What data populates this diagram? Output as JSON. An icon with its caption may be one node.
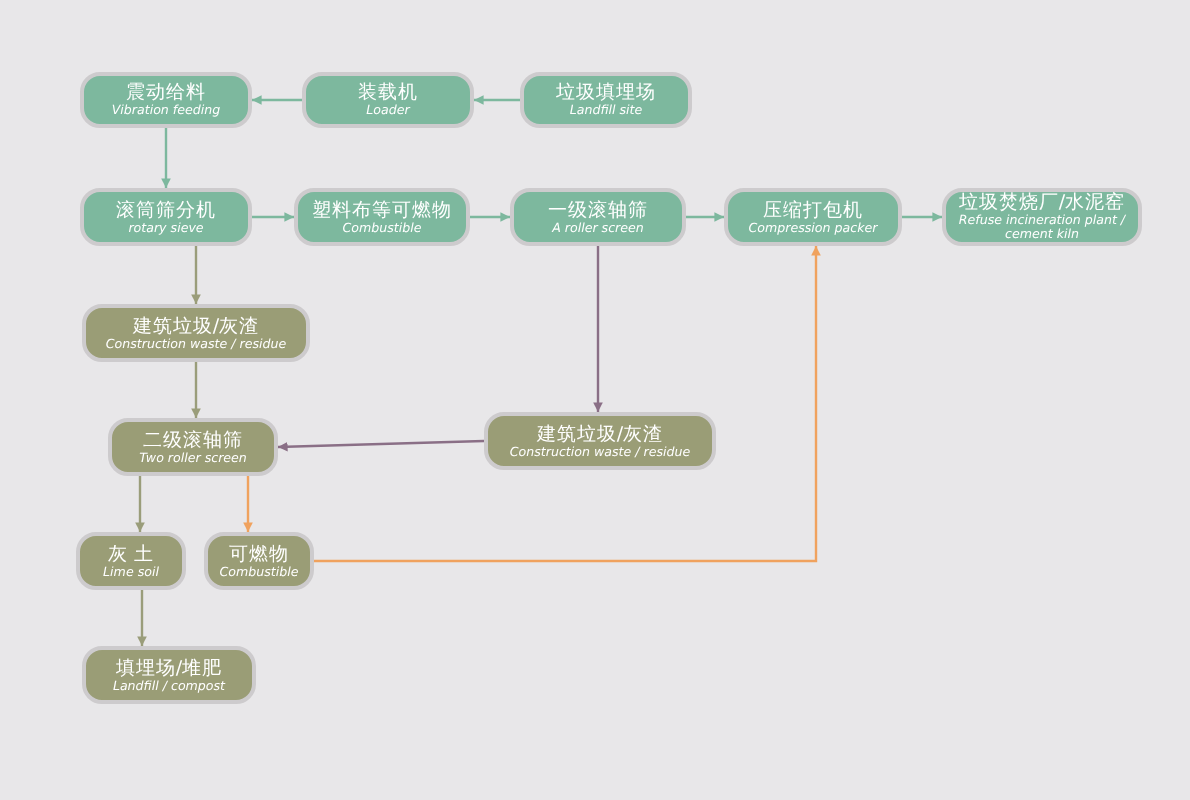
{
  "diagram": {
    "nodes": [
      {
        "text": [
          "垃圾填埋场",
          "Landfill site"
        ]
      },
      {
        "text": [
          "装载机",
          "Loader"
        ]
      },
      {
        "text": [
          "震动给料",
          "Vibration feeding"
        ]
      },
      {
        "text": [
          "滚筒筛分机",
          "rotary sieve"
        ]
      },
      {
        "text": [
          "塑料布等可燃物",
          "Combustible"
        ]
      },
      {
        "text": [
          "一级滚轴筛",
          "A roller screen"
        ]
      },
      {
        "text": [
          "压缩打包机",
          "Compression packer"
        ]
      },
      {
        "text": [
          "垃圾焚烧厂/水泥窑",
          "Refuse incineration plant / cement kiln"
        ]
      },
      {
        "text": [
          "建筑垃圾/灰渣",
          "Construction waste / residue"
        ]
      },
      {
        "text": [
          "二级滚轴筛",
          "Two roller screen"
        ]
      },
      {
        "text": [
          "建筑垃圾/灰渣",
          "Construction waste / residue"
        ]
      },
      {
        "text": [
          "灰 土",
          "Lime soil"
        ]
      },
      {
        "text": [
          "可燃物",
          "Combustible"
        ]
      },
      {
        "text": [
          "填埋场/堆肥",
          "Landfill / compost"
        ]
      }
    ],
    "edges": [
      {
        "from": 0,
        "to": 1,
        "arrow": "to"
      },
      {
        "from": 1,
        "to": 2,
        "arrow": "to"
      },
      {
        "from": 2,
        "to": 3,
        "arrow": "to"
      },
      {
        "from": 3,
        "to": 4,
        "arrow": "to"
      },
      {
        "from": 4,
        "to": 5,
        "arrow": "to"
      },
      {
        "from": 5,
        "to": 6,
        "arrow": "to"
      },
      {
        "from": 6,
        "to": 7,
        "arrow": "to"
      },
      {
        "from": 3,
        "to": 8,
        "arrow": "to",
        "color": "#9a9d7a"
      },
      {
        "from": 5,
        "to": 10,
        "arrow": "to",
        "color": "#8a6f86"
      },
      {
        "from": 8,
        "to": 9,
        "arrow": "to",
        "color": "#9a9d7a"
      },
      {
        "from": 10,
        "to": 9,
        "arrow": "to",
        "color": "#8a6f86"
      },
      {
        "from": 9,
        "to": 11,
        "arrow": "to",
        "color": "#9a9d7a"
      },
      {
        "from": 9,
        "to": 12,
        "arrow": "to",
        "color": "#f0a25e"
      },
      {
        "from": 12,
        "to": 6,
        "arrow": "to",
        "color": "#f0a25e"
      },
      {
        "from": 11,
        "to": 13,
        "arrow": "to",
        "color": "#9a9d7a"
      }
    ]
  }
}
